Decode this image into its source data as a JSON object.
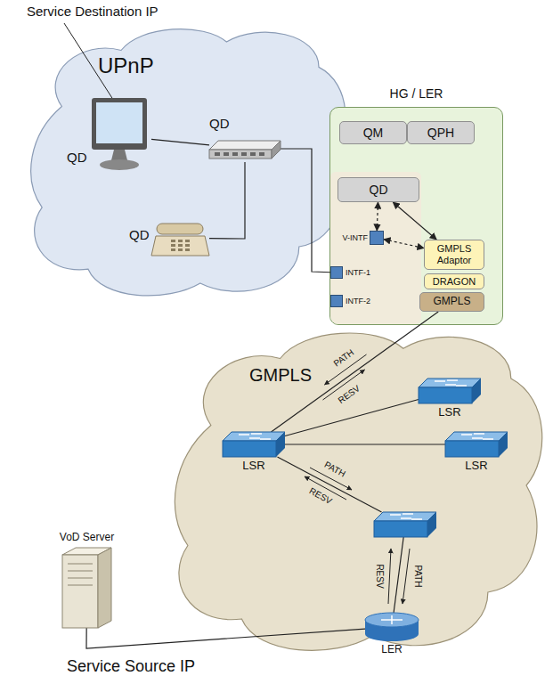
{
  "diagram": {
    "nodes": [
      {
        "text": [
          "UPnP"
        ]
      },
      {
        "text": [
          "QD"
        ],
        "in": 0
      },
      {
        "text": [
          "QD"
        ],
        "in": 0
      },
      {
        "text": [
          "QD"
        ],
        "in": 0
      },
      {
        "text": [
          "HG / LER"
        ]
      },
      {
        "text": [
          "QM"
        ],
        "in": 4
      },
      {
        "text": [
          "QPH"
        ],
        "in": 4
      },
      {
        "text": [
          "QD"
        ],
        "in": 4
      },
      {
        "text": [
          "V-INTF"
        ],
        "in": 4
      },
      {
        "text": [
          "GMPLS Adaptor"
        ],
        "in": 4
      },
      {
        "text": [
          "DRAGON"
        ],
        "in": 4
      },
      {
        "text": [
          "GMPLS"
        ],
        "in": 4
      },
      {
        "text": [
          "INTF-1"
        ],
        "in": 4
      },
      {
        "text": [
          "INTF-2"
        ],
        "in": 4
      },
      {
        "text": [
          "GMPLS"
        ]
      },
      {
        "text": [
          "LSR"
        ],
        "in": 14
      },
      {
        "text": [
          "LSR"
        ],
        "in": 14
      },
      {
        "text": [
          "LSR"
        ],
        "in": 14
      },
      {
        "text": [],
        "in": 14
      },
      {
        "text": [
          "LER"
        ],
        "in": 14
      },
      {
        "text": [
          "VoD Server"
        ]
      }
    ],
    "edges": [
      {
        "from": 1,
        "to": 2,
        "arrow": "none"
      },
      {
        "from": 2,
        "to": 3,
        "arrow": "none"
      },
      {
        "from": 2,
        "to": 12,
        "arrow": "none"
      },
      {
        "from": 7,
        "to": 8,
        "arrow": "both"
      },
      {
        "from": 8,
        "to": 9,
        "arrow": "both"
      },
      {
        "from": 7,
        "to": 9,
        "arrow": "both"
      },
      {
        "from": 11,
        "to": 15,
        "arrow": "none"
      },
      {
        "from": 15,
        "to": 16,
        "arrow": "none"
      },
      {
        "from": 15,
        "to": 17,
        "arrow": "none"
      },
      {
        "from": 15,
        "to": 18,
        "arrow": "none"
      },
      {
        "from": 18,
        "to": 19,
        "arrow": "none"
      },
      {
        "from": 19,
        "to": 20,
        "arrow": "none"
      }
    ],
    "labels": [
      "Service Destination IP",
      "PATH",
      "RESV",
      "PATH",
      "RESV",
      "RESV",
      "PATH",
      "Service Source IP"
    ]
  }
}
